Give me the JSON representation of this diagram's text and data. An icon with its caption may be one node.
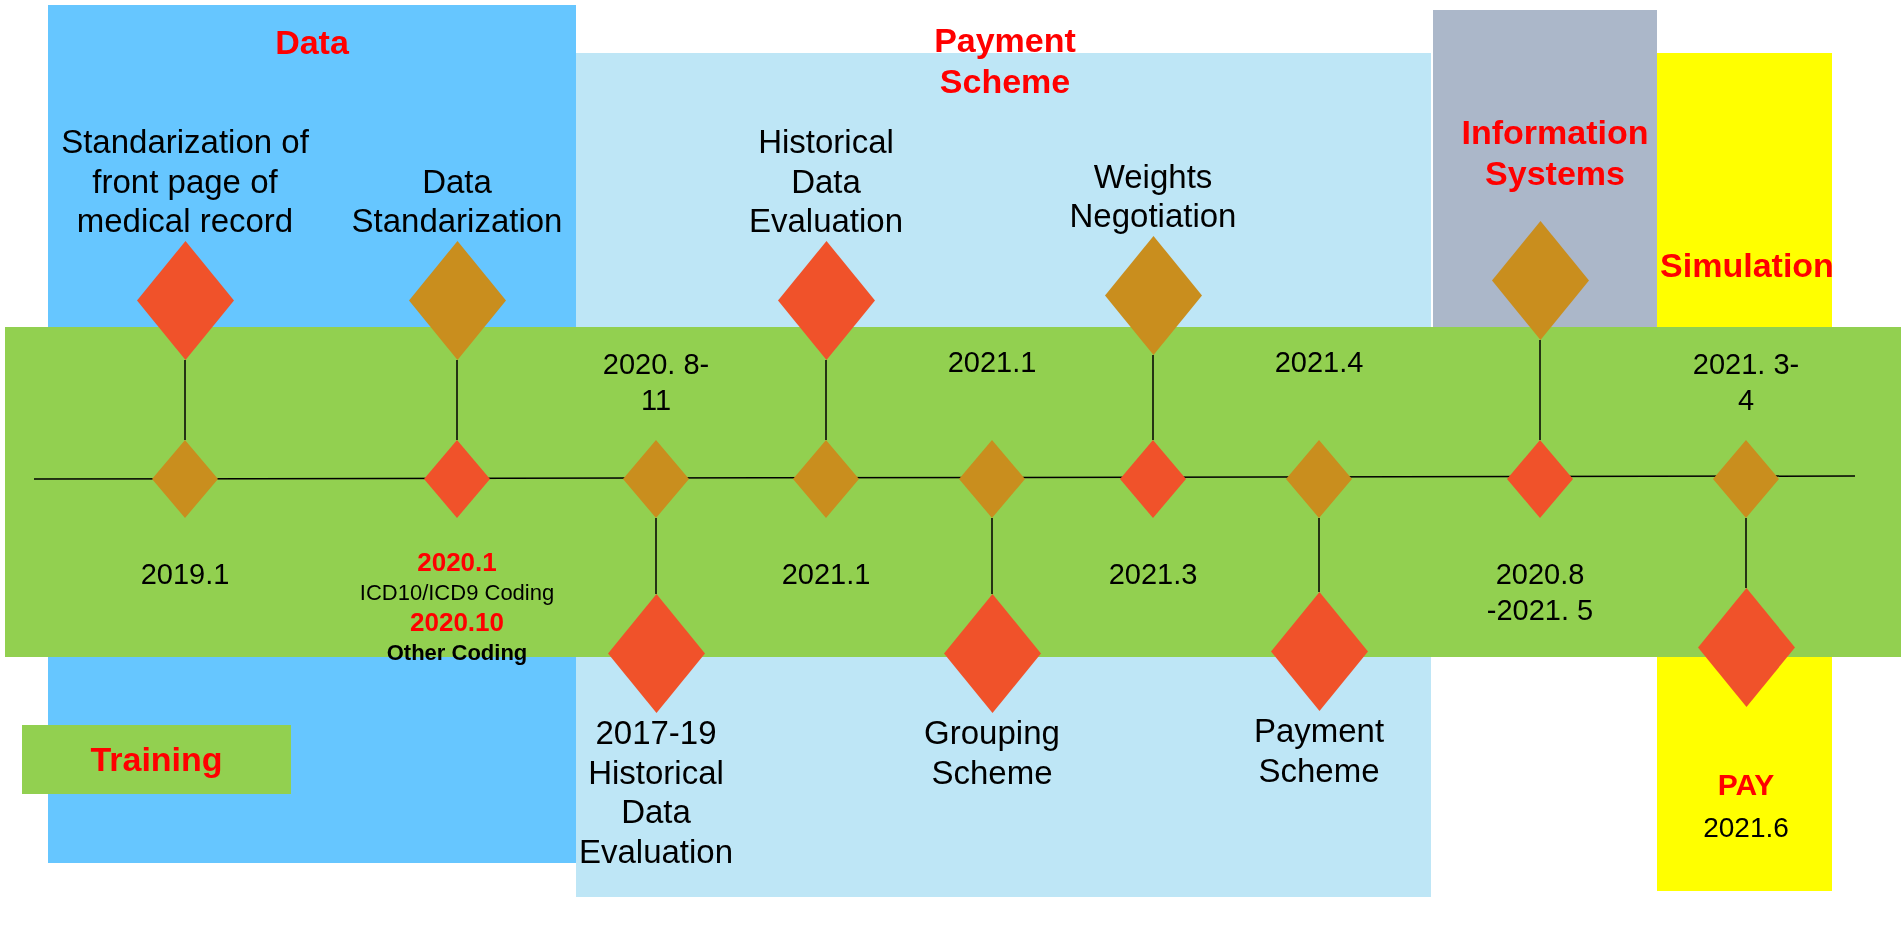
{
  "diagram": {
    "nodes": [
      {
        "text": [
          "Training"
        ]
      },
      {
        "text": [
          "Standarization of front page of medical record"
        ]
      },
      {
        "text": [
          "Data Standarization"
        ]
      },
      {
        "text": [
          "Historical Data Evaluation"
        ]
      },
      {
        "text": [
          "Weights Negotiation"
        ]
      },
      {
        "text": [],
        "shape": "diamond"
      },
      {
        "text": [],
        "shape": "diamond",
        "beside": [
          "2019.1"
        ]
      },
      {
        "text": [],
        "shape": "diamond",
        "beside": [
          "2020.1",
          "ICD10/ICD9 Coding",
          "2020.10",
          "Other Coding"
        ]
      },
      {
        "text": [],
        "shape": "diamond",
        "beside": [
          "2020. 8-11"
        ]
      },
      {
        "text": [],
        "shape": "diamond",
        "beside": [
          "2021.1"
        ]
      },
      {
        "text": [],
        "shape": "diamond",
        "beside": [
          "2021.1"
        ]
      },
      {
        "text": [],
        "shape": "diamond",
        "beside": [
          "2021.3"
        ]
      },
      {
        "text": [],
        "shape": "diamond",
        "beside": [
          "2021.4"
        ]
      },
      {
        "text": [],
        "shape": "diamond",
        "beside": [
          "2020.8 -2021. 5"
        ]
      },
      {
        "text": [],
        "shape": "diamond",
        "beside": [
          "2021. 3-4"
        ]
      },
      {
        "text": [
          "2017-19 Historical Data Evaluation"
        ]
      },
      {
        "text": [
          "Grouping Scheme"
        ]
      },
      {
        "text": [
          "Payment Scheme"
        ]
      },
      {
        "text": [
          "PAY",
          "2021.6"
        ]
      }
    ],
    "edges": [
      {
        "from": 1,
        "to": 6,
        "arrow": "none"
      },
      {
        "from": 2,
        "to": 7,
        "arrow": "none"
      },
      {
        "from": 3,
        "to": 9,
        "arrow": "none"
      },
      {
        "from": 4,
        "to": 11,
        "arrow": "none"
      },
      {
        "from": 5,
        "to": 13,
        "arrow": "none"
      },
      {
        "from": 8,
        "to": 15,
        "arrow": "none"
      },
      {
        "from": 10,
        "to": 16,
        "arrow": "none"
      },
      {
        "from": 12,
        "to": 17,
        "arrow": "none"
      },
      {
        "from": 14,
        "to": 18,
        "arrow": "none"
      }
    ],
    "labels": [
      "Data",
      "Payment Scheme",
      "Information Systems",
      "Simulation"
    ]
  }
}
